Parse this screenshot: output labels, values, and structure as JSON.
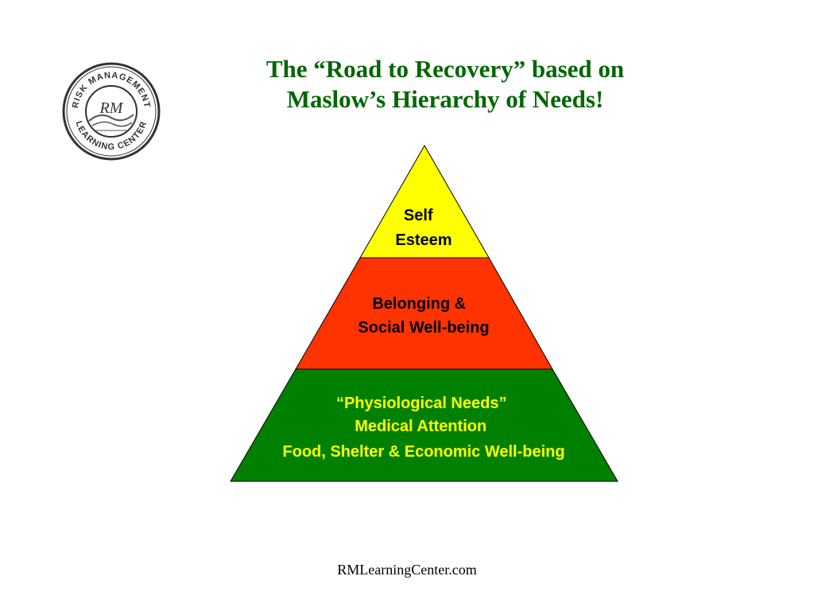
{
  "title": {
    "line1": "The “Road to Recovery” based on",
    "line2": "Maslow’s Hierarchy of Needs!",
    "color": "#006600"
  },
  "logo": {
    "icon": "risk-management-learning-center-seal-icon",
    "top_text": "RISK MANAGEMENT",
    "bottom_text": "LEARNING CENTER",
    "monogram": "RM"
  },
  "pyramid": {
    "tiers": [
      {
        "id": "self-esteem",
        "lines": [
          "Self",
          "Esteem"
        ],
        "fill": "#ffff00",
        "text_color": "#000000"
      },
      {
        "id": "belonging",
        "lines": [
          "Belonging &",
          "Social Well-being"
        ],
        "fill": "#ff3300",
        "text_color": "#000000"
      },
      {
        "id": "physiological",
        "lines": [
          "“Physiological Needs”",
          "Medical Attention",
          "Food, Shelter & Economic Well-being"
        ],
        "fill": "#008000",
        "text_color": "#ffff00"
      }
    ]
  },
  "footer": {
    "text": "RMLearningCenter.com"
  }
}
